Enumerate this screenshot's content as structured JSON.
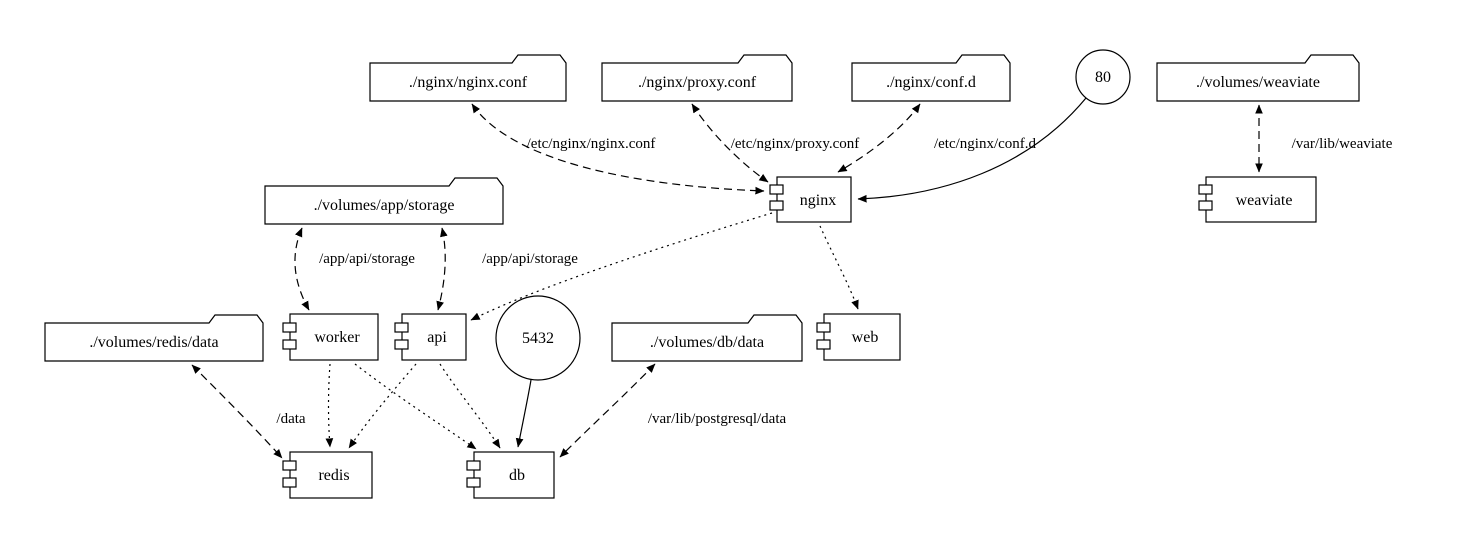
{
  "colors": {
    "background": "#ffffff",
    "stroke": "#000000",
    "node_fill": "#ffffff"
  },
  "diagram": {
    "nodes": {
      "nginx_conf": {
        "label": "./nginx/nginx.conf",
        "type": "folder"
      },
      "proxy_conf": {
        "label": "./nginx/proxy.conf",
        "type": "folder"
      },
      "conf_d": {
        "label": "./nginx/conf.d",
        "type": "folder"
      },
      "port_80": {
        "label": "80",
        "type": "port-circle"
      },
      "volumes_weaviate": {
        "label": "./volumes/weaviate",
        "type": "folder"
      },
      "volumes_app_storage": {
        "label": "./volumes/app/storage",
        "type": "folder"
      },
      "nginx": {
        "label": "nginx",
        "type": "component"
      },
      "weaviate": {
        "label": "weaviate",
        "type": "component"
      },
      "volumes_redis_data": {
        "label": "./volumes/redis/data",
        "type": "folder"
      },
      "worker": {
        "label": "worker",
        "type": "component"
      },
      "api": {
        "label": "api",
        "type": "component"
      },
      "port_5432": {
        "label": "5432",
        "type": "port-circle"
      },
      "volumes_db_data": {
        "label": "./volumes/db/data",
        "type": "folder"
      },
      "web": {
        "label": "web",
        "type": "component"
      },
      "redis": {
        "label": "redis",
        "type": "component"
      },
      "db": {
        "label": "db",
        "type": "component"
      }
    },
    "edges": [
      {
        "from": "nginx",
        "to": "./nginx/nginx.conf",
        "style": "dashed",
        "direction": "both",
        "label": "/etc/nginx/nginx.conf"
      },
      {
        "from": "nginx",
        "to": "./nginx/proxy.conf",
        "style": "dashed",
        "direction": "both",
        "label": "/etc/nginx/proxy.conf"
      },
      {
        "from": "nginx",
        "to": "./nginx/conf.d",
        "style": "dashed",
        "direction": "both",
        "label": "/etc/nginx/conf.d"
      },
      {
        "from": "80",
        "to": "nginx",
        "style": "solid",
        "direction": "forward",
        "label": ""
      },
      {
        "from": "weaviate",
        "to": "./volumes/weaviate",
        "style": "dashed",
        "direction": "both",
        "label": "/var/lib/weaviate"
      },
      {
        "from": "worker",
        "to": "./volumes/app/storage",
        "style": "dashed",
        "direction": "both",
        "label": "/app/api/storage"
      },
      {
        "from": "api",
        "to": "./volumes/app/storage",
        "style": "dashed",
        "direction": "both",
        "label": "/app/api/storage"
      },
      {
        "from": "nginx",
        "to": "api",
        "style": "dotted",
        "direction": "forward",
        "label": ""
      },
      {
        "from": "nginx",
        "to": "web",
        "style": "dotted",
        "direction": "forward",
        "label": ""
      },
      {
        "from": "worker",
        "to": "redis",
        "style": "dotted",
        "direction": "forward",
        "label": ""
      },
      {
        "from": "worker",
        "to": "db",
        "style": "dotted",
        "direction": "forward",
        "label": ""
      },
      {
        "from": "api",
        "to": "redis",
        "style": "dotted",
        "direction": "forward",
        "label": ""
      },
      {
        "from": "api",
        "to": "db",
        "style": "dotted",
        "direction": "forward",
        "label": ""
      },
      {
        "from": "5432",
        "to": "db",
        "style": "solid",
        "direction": "forward",
        "label": ""
      },
      {
        "from": "redis",
        "to": "./volumes/redis/data",
        "style": "dashed",
        "direction": "both",
        "label": "/data"
      },
      {
        "from": "db",
        "to": "./volumes/db/data",
        "style": "dashed",
        "direction": "both",
        "label": "/var/lib/postgresql/data"
      }
    ]
  }
}
